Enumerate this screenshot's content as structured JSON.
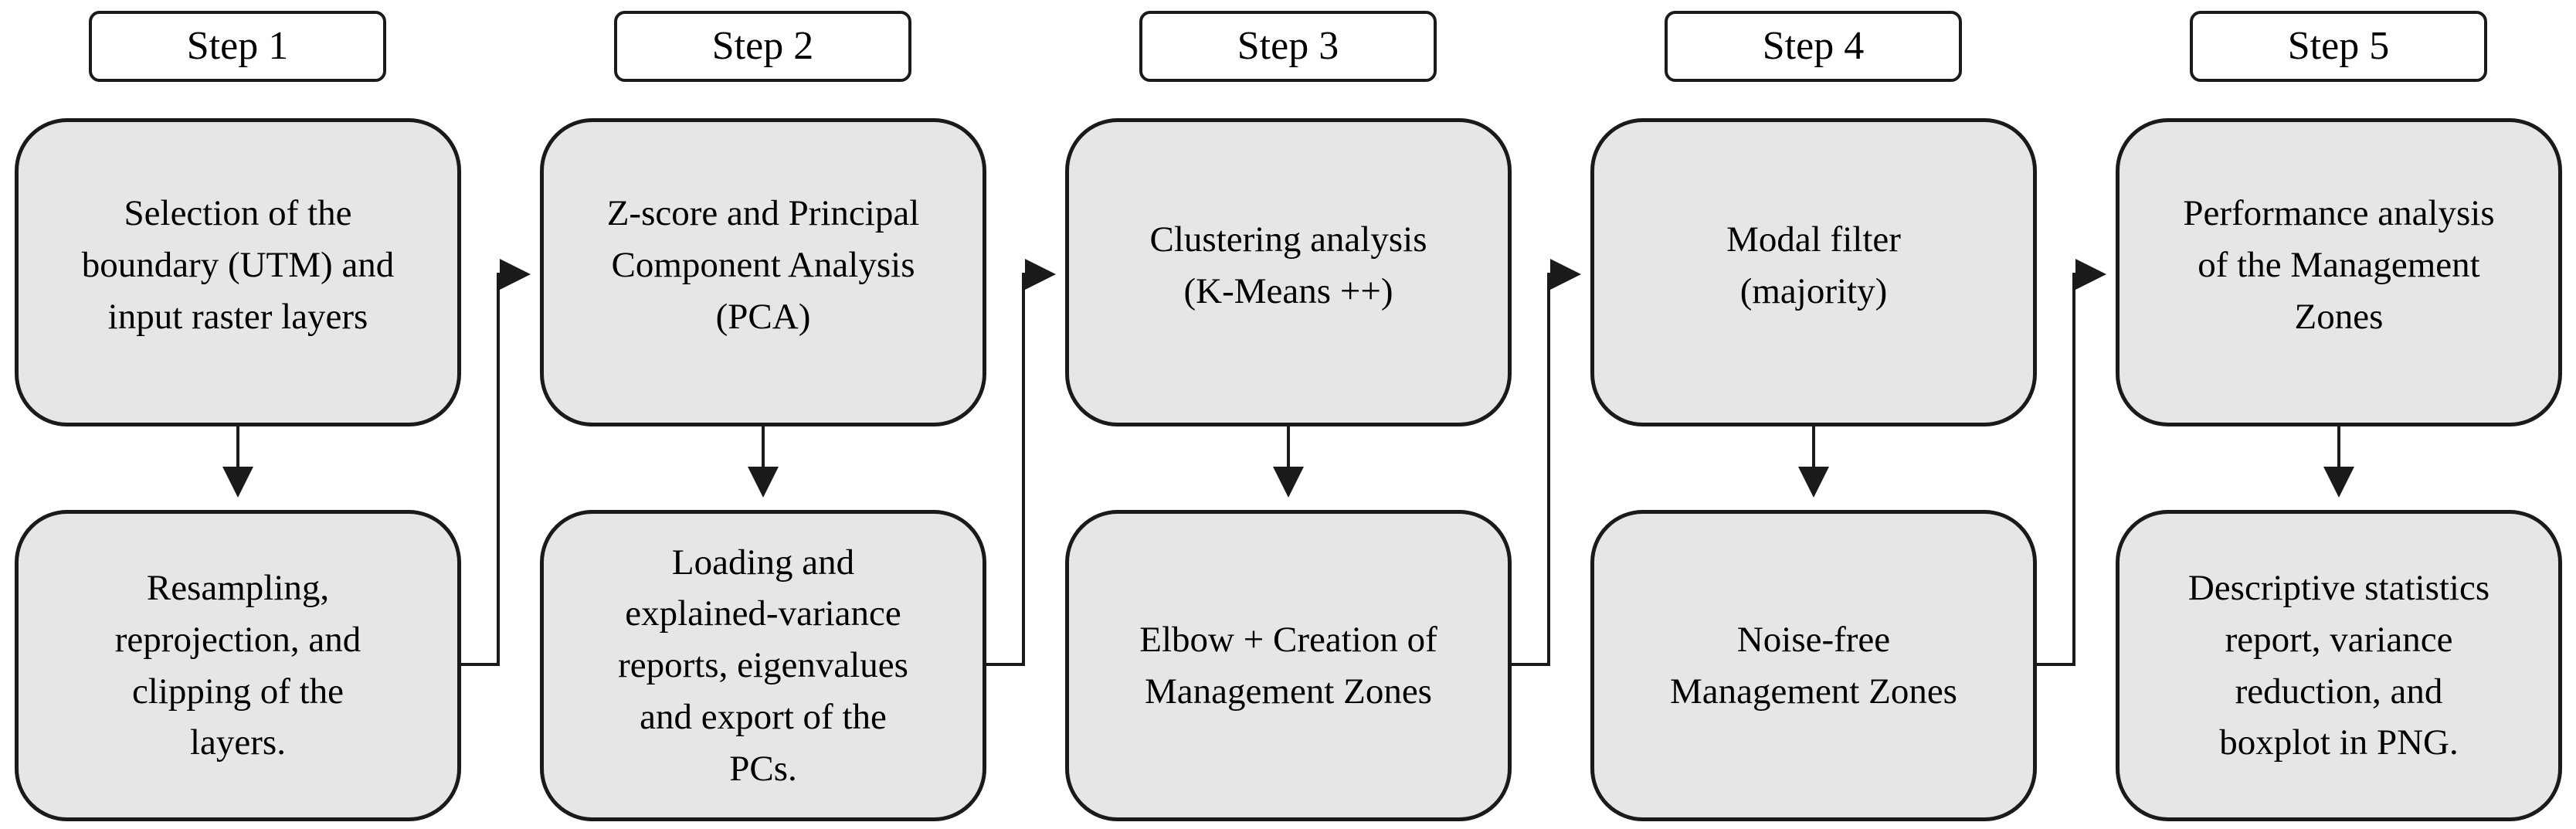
{
  "steps": [
    {
      "label": "Step 1",
      "top_text": "Selection of the\nboundary (UTM) and\ninput raster layers",
      "bottom_text": "Resampling,\nreprojection, and\nclipping of the\nlayers."
    },
    {
      "label": "Step 2",
      "top_text": "Z-score and Principal\nComponent Analysis\n(PCA)",
      "bottom_text": "Loading and\nexplained-variance\nreports, eigenvalues\nand export of the\nPCs."
    },
    {
      "label": "Step 3",
      "top_text": "Clustering analysis\n(K-Means ++)",
      "bottom_text": "Elbow + Creation of\nManagement Zones"
    },
    {
      "label": "Step 4",
      "top_text": "Modal filter\n(majority)",
      "bottom_text": "Noise-free\nManagement Zones"
    },
    {
      "label": "Step 5",
      "top_text": "Performance analysis\nof the Management\nZones",
      "bottom_text": "Descriptive statistics\nreport, variance\nreduction, and\nboxplot in PNG."
    }
  ],
  "colors": {
    "box_fill": "#e6e6e6",
    "border": "#1a1a1a",
    "label_fill": "#ffffff"
  }
}
